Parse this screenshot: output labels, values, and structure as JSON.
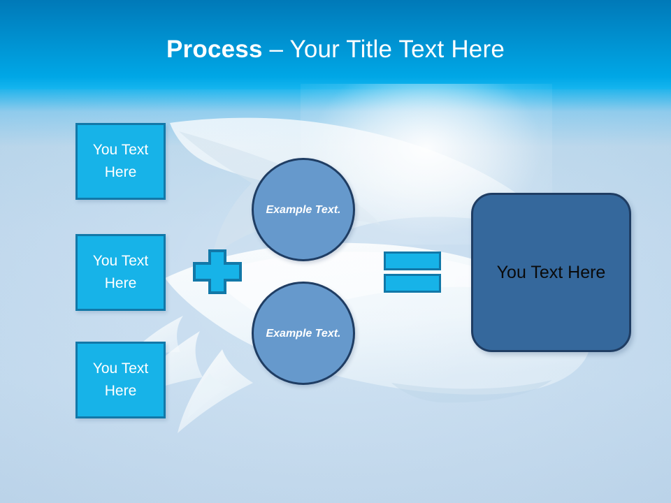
{
  "slide": {
    "title": {
      "strong": "Process",
      "rest": " – Your Title Text Here"
    },
    "background": {
      "top_band_color": "#00a7e6",
      "body_color": "#c3daee",
      "watermark": "dove-watermark"
    }
  },
  "inputs": [
    {
      "id": "input-box-1",
      "label": "You Text Here"
    },
    {
      "id": "input-box-2",
      "label": "You Text Here"
    },
    {
      "id": "input-box-3",
      "label": "You Text Here"
    }
  ],
  "operators": {
    "plus": "+",
    "equals": "="
  },
  "circles": [
    {
      "id": "circle-1",
      "label": "Example Text."
    },
    {
      "id": "circle-2",
      "label": "Example Text."
    }
  ],
  "result": {
    "label": "You Text Here"
  },
  "colors": {
    "accent_cyan": "#17b3e8",
    "accent_cyan_border": "#1278a8",
    "circle_fill": "#6699cc",
    "circle_border": "#1f3d63",
    "result_fill": "#35689c",
    "result_border": "#1f3d63",
    "title_text": "#ffffff",
    "result_text": "#0a0a0a"
  }
}
